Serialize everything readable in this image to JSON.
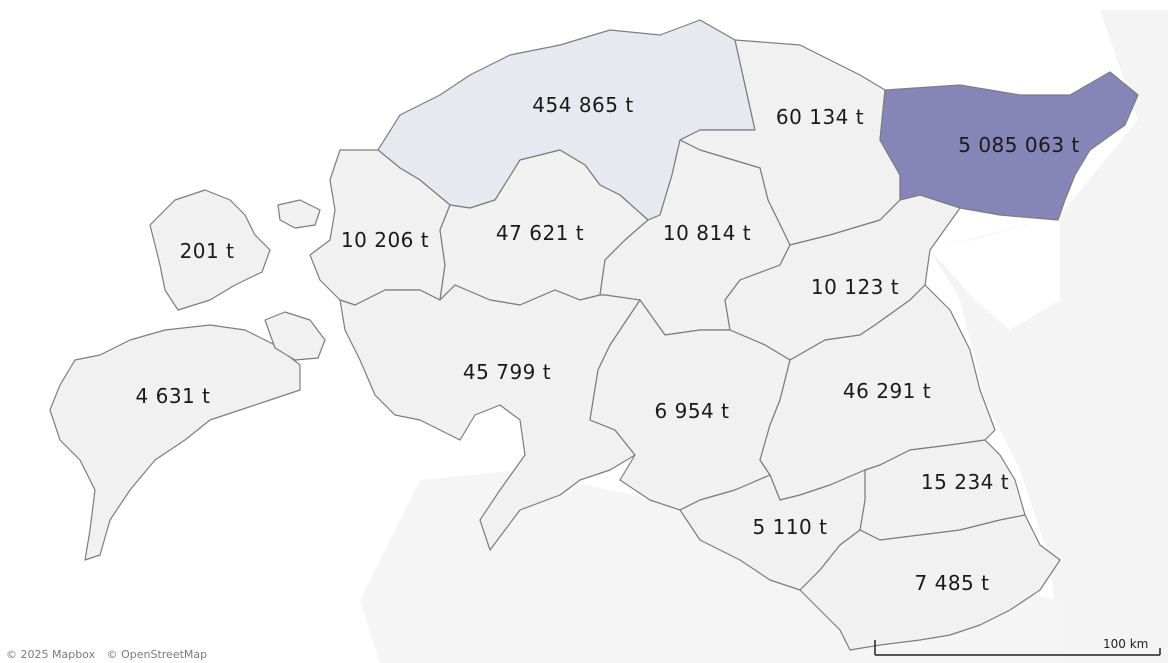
{
  "colors": {
    "background": "#ffffff",
    "land_outside": "#f3f3f3",
    "region_default": "#f1f1f1",
    "region_medium": "#e8e8f0",
    "region_high": "#8585b8",
    "border": "#7d7d7d"
  },
  "regions": [
    {
      "id": "harju",
      "label": "454 865 t",
      "value": 454865
    },
    {
      "id": "laane-viru",
      "label": "60 134 t",
      "value": 60134
    },
    {
      "id": "ida-viru",
      "label": "5 085 063 t",
      "value": 5085063
    },
    {
      "id": "hiiu",
      "label": "201 t",
      "value": 201
    },
    {
      "id": "laane",
      "label": "10 206 t",
      "value": 10206
    },
    {
      "id": "rapla",
      "label": "47 621 t",
      "value": 47621
    },
    {
      "id": "jarva",
      "label": "10 814 t",
      "value": 10814
    },
    {
      "id": "jogeva",
      "label": "10 123 t",
      "value": 10123
    },
    {
      "id": "saare",
      "label": "4 631 t",
      "value": 4631
    },
    {
      "id": "parnu",
      "label": "45 799 t",
      "value": 45799
    },
    {
      "id": "viljandi",
      "label": "6 954 t",
      "value": 6954
    },
    {
      "id": "tartu",
      "label": "46 291 t",
      "value": 46291
    },
    {
      "id": "polva",
      "label": "15 234 t",
      "value": 15234
    },
    {
      "id": "valga",
      "label": "5 110 t",
      "value": 5110
    },
    {
      "id": "voru",
      "label": "7 485 t",
      "value": 7485
    }
  ],
  "attribution": {
    "mapbox": "© 2025 Mapbox",
    "osm": "© OpenStreetMap"
  },
  "scale_bar": {
    "label": "100 km"
  }
}
